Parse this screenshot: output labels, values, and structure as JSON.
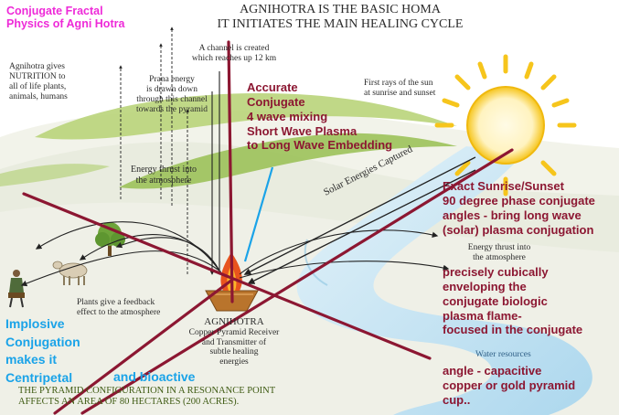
{
  "title": {
    "line1": "AGNIHOTRA IS THE BASIC HOMA",
    "line2": "IT INITIATES THE MAIN HEALING CYCLE"
  },
  "overlay_title": {
    "line1": "Conjugate Fractal",
    "line2": "Physics of Agni Hotra"
  },
  "labels": {
    "nutrition": [
      "Agnihotra gives",
      "NUTRITION to",
      "all of life plants,",
      "animals, humans"
    ],
    "channel": [
      "A channel is created",
      "which reaches up 12 km"
    ],
    "prana": [
      "Prana energy",
      "is drawn down",
      "through this channel",
      "towards the pyramid"
    ],
    "energy_thrust_atm": [
      "Energy thrust into",
      "the atmosphere"
    ],
    "first_rays": [
      "First rays of the sun",
      "at sunrise and sunset"
    ],
    "solar_captured": "Solar Energies Captured",
    "energy_thrust_right": [
      "Energy thrust into",
      "the atmosphere"
    ],
    "plants_feedback": [
      "Plants give a feedback",
      "effect to the atmosphere"
    ],
    "agnihotra_title": "AGNIHOTRA",
    "agnihotra_desc": [
      "Copper Pyramid Receiver",
      "and Transmitter of",
      "subtle healing",
      "energies"
    ],
    "water": "Water resources",
    "pyramid_config": [
      "THE PYRAMID CONFIGURATION IN A RESONANCE POINT",
      "AFFECTS AN AREA OF 80 HECTARES (200 ACRES)."
    ]
  },
  "annotations": {
    "accurate": [
      "Accurate",
      "Conjugate",
      "4 wave mixing",
      "Short Wave Plasma",
      "to Long Wave Embedding"
    ],
    "exact": [
      "Exact Sunrise/Sunset",
      "90 degree phase conjugate",
      "angles - bring long wave",
      "(solar) plasma conjugation"
    ],
    "precisely": [
      "precisely cubically",
      "enveloping the",
      "conjugate biologic",
      "plasma flame-",
      "focused in the conjugate"
    ],
    "angle": [
      "angle - capacitive",
      "copper or gold pyramid",
      "cup.."
    ],
    "implosive": [
      "Implosive",
      "Conjugation",
      "makes it",
      "Centripetal"
    ],
    "bioactive": "and bioactive"
  },
  "colors": {
    "maroon": "#8c1732",
    "magenta": "#ee2ad8",
    "cyan": "#1aa3e8",
    "sun": "#f6c51c",
    "hill_green": "#9cc25a",
    "river_blue": "#b7dcef"
  },
  "icons": [
    "sun-icon",
    "tree-icon",
    "cow-icon",
    "person-icon",
    "fire-pyramid-icon"
  ]
}
